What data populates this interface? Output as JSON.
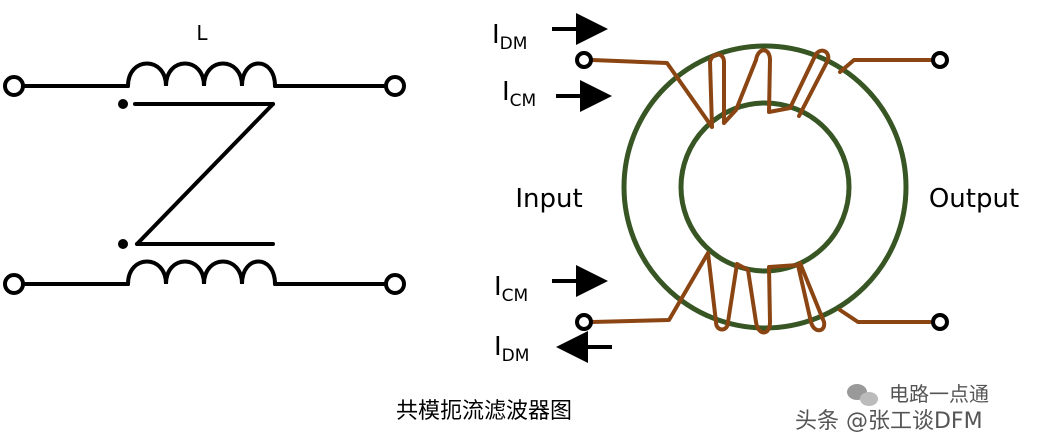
{
  "colors": {
    "line": "#000000",
    "core": "#375623",
    "winding": "#8B4513",
    "watermark": "#666666"
  },
  "schematic": {
    "inductor_label": "L"
  },
  "toroid": {
    "idm_top": {
      "main": "I",
      "sub": "DM"
    },
    "icm_top": {
      "main": "I",
      "sub": "CM"
    },
    "icm_bottom": {
      "main": "I",
      "sub": "CM"
    },
    "idm_bottom": {
      "main": "I",
      "sub": "DM"
    },
    "input_label": "Input",
    "output_label": "Output"
  },
  "caption": "共模扼流滤波器图",
  "watermark": {
    "wechat_text": "电路一点通",
    "toutiao_text": "头条 @张工谈DFM"
  }
}
